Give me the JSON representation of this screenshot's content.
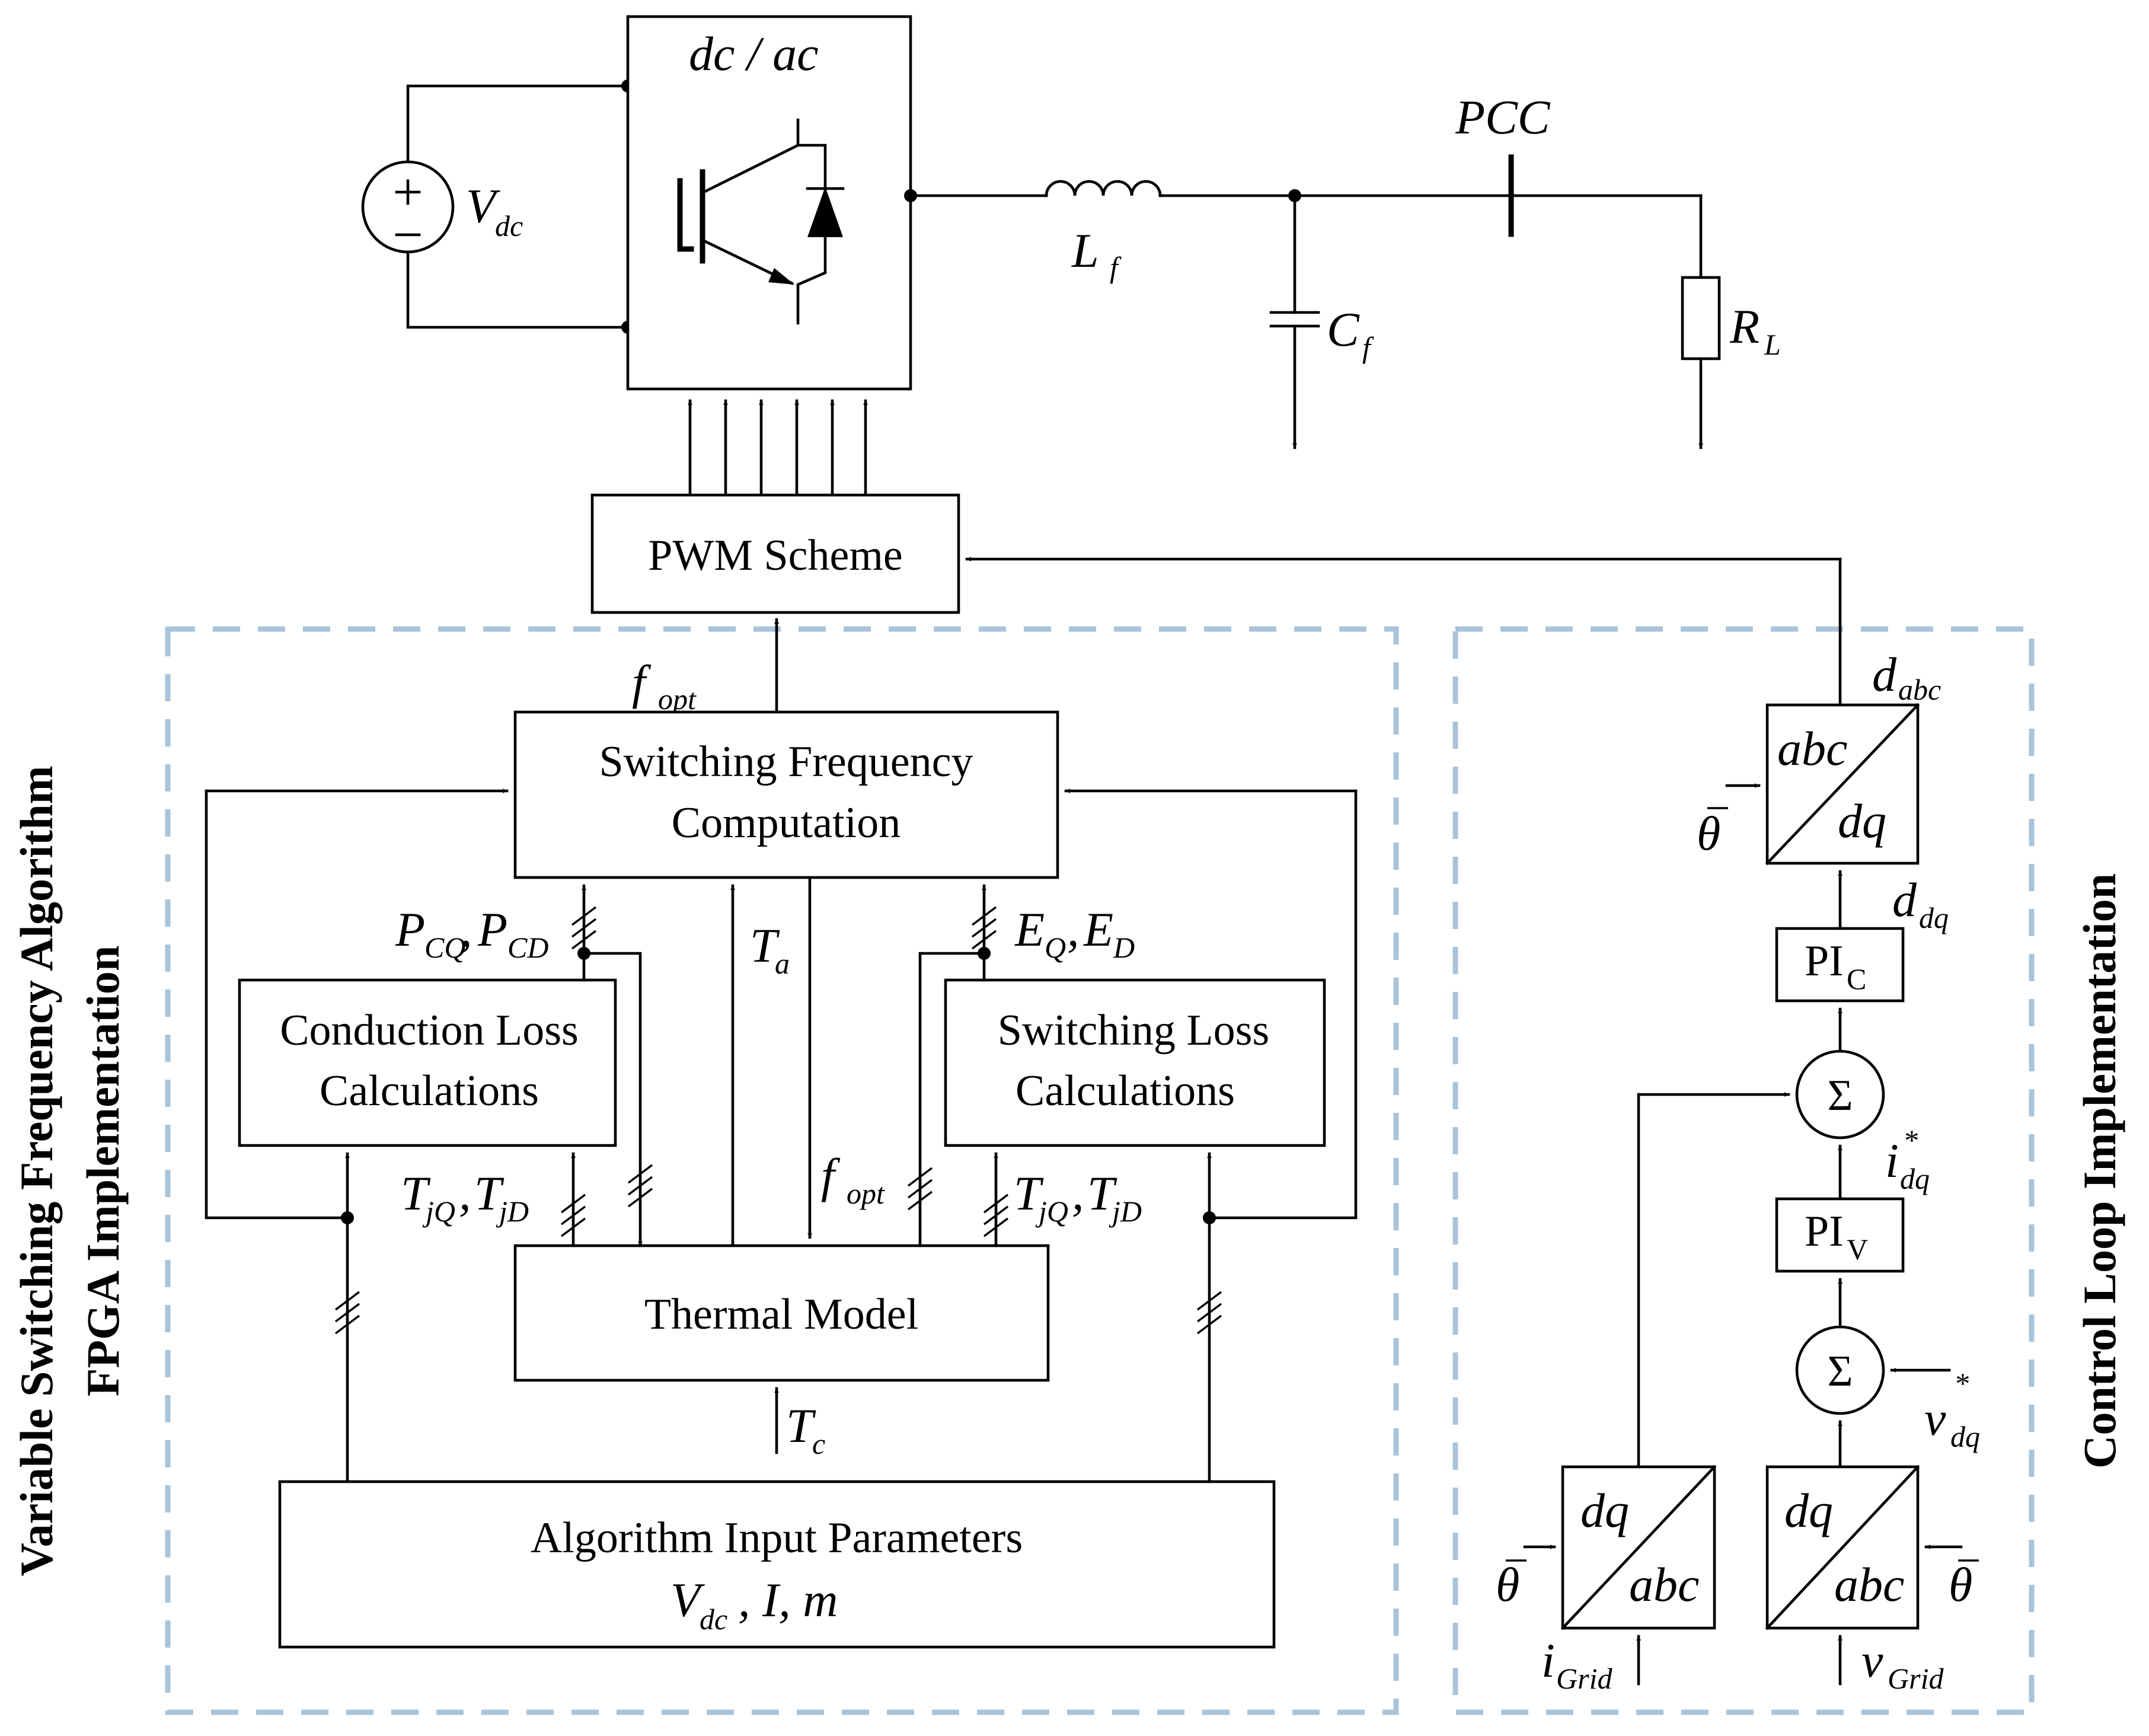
{
  "labels": {
    "converter": "dc / ac",
    "vdc_main": "V",
    "vdc_sub": "dc",
    "lf_main": "L",
    "lf_sub": "f",
    "cf_main": "C",
    "cf_sub": "f",
    "pcc": "PCC",
    "rl_main": "R",
    "rl_sub": "L",
    "pwm": "PWM Scheme",
    "fopt_main": "f",
    "fopt_sub": "opt",
    "sfc_line1": "Switching Frequency",
    "sfc_line2": "Computation",
    "pcq": "P",
    "pcq_sub": "CQ",
    "pcd": "P",
    "pcd_sub": "CD",
    "ta_main": "T",
    "ta_sub": "a",
    "eq": "E",
    "eq_sub": "Q",
    "ed": "E",
    "ed_sub": "D",
    "cond_line1": "Conduction Loss",
    "cond_line2": "Calculations",
    "swl_line1": "Switching Loss",
    "swl_line2": "Calculations",
    "tj_main": "T",
    "tjq_sub": "jQ",
    "tjd_sub": "jD",
    "thermal": "Thermal Model",
    "tc_main": "T",
    "tc_sub": "c",
    "aip_line1": "Algorithm Input Parameters",
    "aip_v": "V",
    "aip_v_sub": "dc",
    "aip_rest": ", I, m",
    "dabc_main": "d",
    "dabc_sub": "abc",
    "abc": "abc",
    "dq": "dq",
    "theta": "θ",
    "ddq_main": "d",
    "ddq_sub": "dq",
    "pic_main": "PI",
    "pic_sub": "C",
    "sigma": "Σ",
    "idq_main": "i",
    "idq_sub": "dq",
    "star": "*",
    "piv_main": "PI",
    "piv_sub": "V",
    "vdq_main": "v",
    "vdq_sub": "dq",
    "igrid_main": "i",
    "igrid_sub": "Grid",
    "vgrid_main": "v",
    "vgrid_sub": "Grid",
    "title_left_line1": "Variable Switching Frequency Algorithm",
    "title_left_line2": "FPGA Implementation",
    "title_right": "Control Loop Implementation"
  }
}
